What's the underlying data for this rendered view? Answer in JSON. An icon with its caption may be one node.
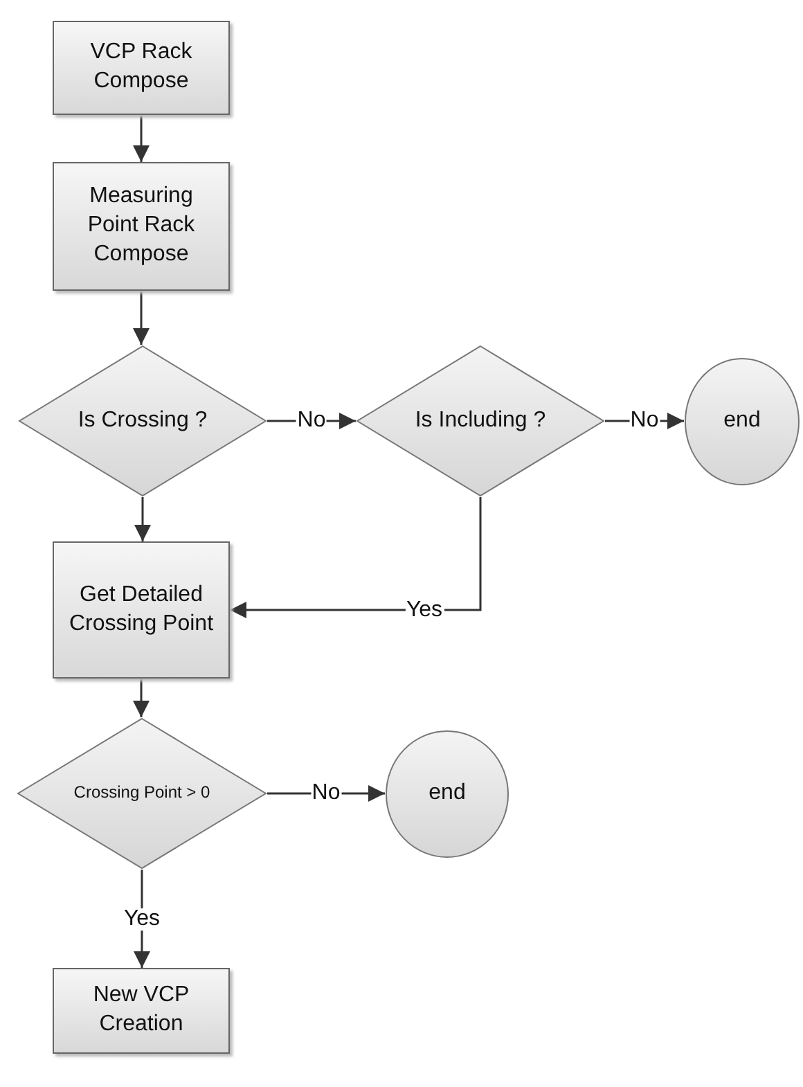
{
  "diagram": {
    "nodes": [
      {
        "text": [
          "VCP Rack Compose"
        ]
      },
      {
        "text": [
          "Measuring Point Rack Compose"
        ]
      },
      {
        "text": [
          "Is Crossing ?"
        ]
      },
      {
        "text": [
          "Is Including ?"
        ]
      },
      {
        "text": [
          "end"
        ]
      },
      {
        "text": [
          "Get Detailed Crossing Point"
        ]
      },
      {
        "text": [
          "Crossing Point > 0"
        ]
      },
      {
        "text": [
          "end"
        ]
      },
      {
        "text": [
          "New VCP Creation"
        ]
      }
    ],
    "edges": [
      {
        "from": 0,
        "to": 1,
        "arrow": "to"
      },
      {
        "from": 1,
        "to": 2,
        "arrow": "to"
      },
      {
        "from": 2,
        "to": 3,
        "arrow": "to",
        "label": "No"
      },
      {
        "from": 3,
        "to": 4,
        "arrow": "to",
        "label": "No"
      },
      {
        "from": 2,
        "to": 5,
        "arrow": "to"
      },
      {
        "from": 3,
        "to": 5,
        "arrow": "to",
        "label": "Yes"
      },
      {
        "from": 5,
        "to": 6,
        "arrow": "to"
      },
      {
        "from": 6,
        "to": 7,
        "arrow": "to",
        "label": "No"
      },
      {
        "from": 6,
        "to": 8,
        "arrow": "to",
        "label": "Yes"
      }
    ]
  }
}
